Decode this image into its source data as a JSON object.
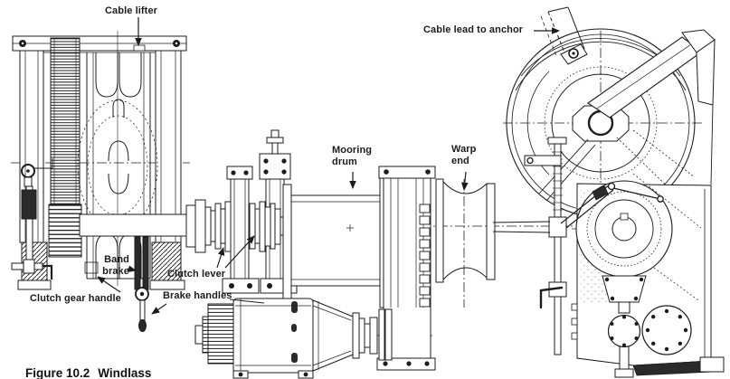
{
  "colors": {
    "ink": "#1c1c1c",
    "paper": "#ffffff"
  },
  "labels": {
    "cable_lifter": "Cable lifter",
    "cable_lead_to_anchor": "Cable lead to anchor",
    "mooring_drum": "Mooring\ndrum",
    "warp_end": "Warp\nend",
    "band_brake": "Band\nbrake",
    "clutch_lever": "Clutch lever",
    "clutch_gear_handle": "Clutch gear handle",
    "brake_handles": "Brake handles"
  },
  "caption": {
    "figure_number": "Figure 10.2",
    "title": "Windlass"
  }
}
